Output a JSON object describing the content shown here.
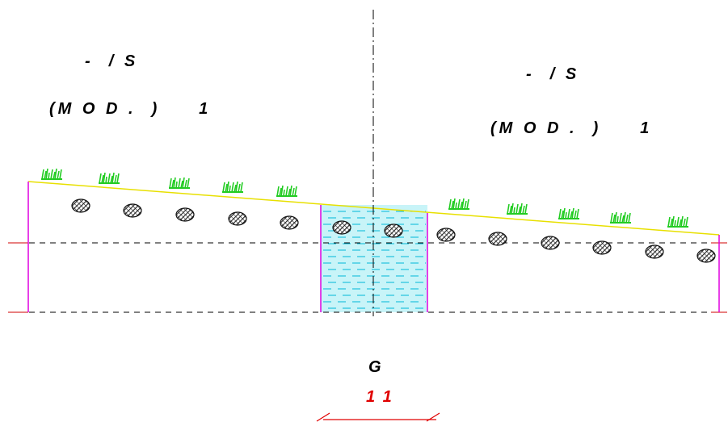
{
  "labels": {
    "left_line1": "-  / S",
    "left_line2": "(M O D .  )     1",
    "right_line1": "-  / S",
    "right_line2": "(M O D .  )     1",
    "center_letter": "G",
    "dimension_value": "1 1"
  },
  "colors": {
    "ground_line": "#e8e000",
    "vertical_bounds": "#e000e0",
    "level_lines": "#000000",
    "water_fill": "#c8f4f8",
    "water_dash": "#00b8d8",
    "grass": "#22cc22",
    "dimension": "#e00000",
    "stones": "#222222"
  },
  "symbols": [
    "grass-tuft-icon",
    "stone-icon"
  ]
}
